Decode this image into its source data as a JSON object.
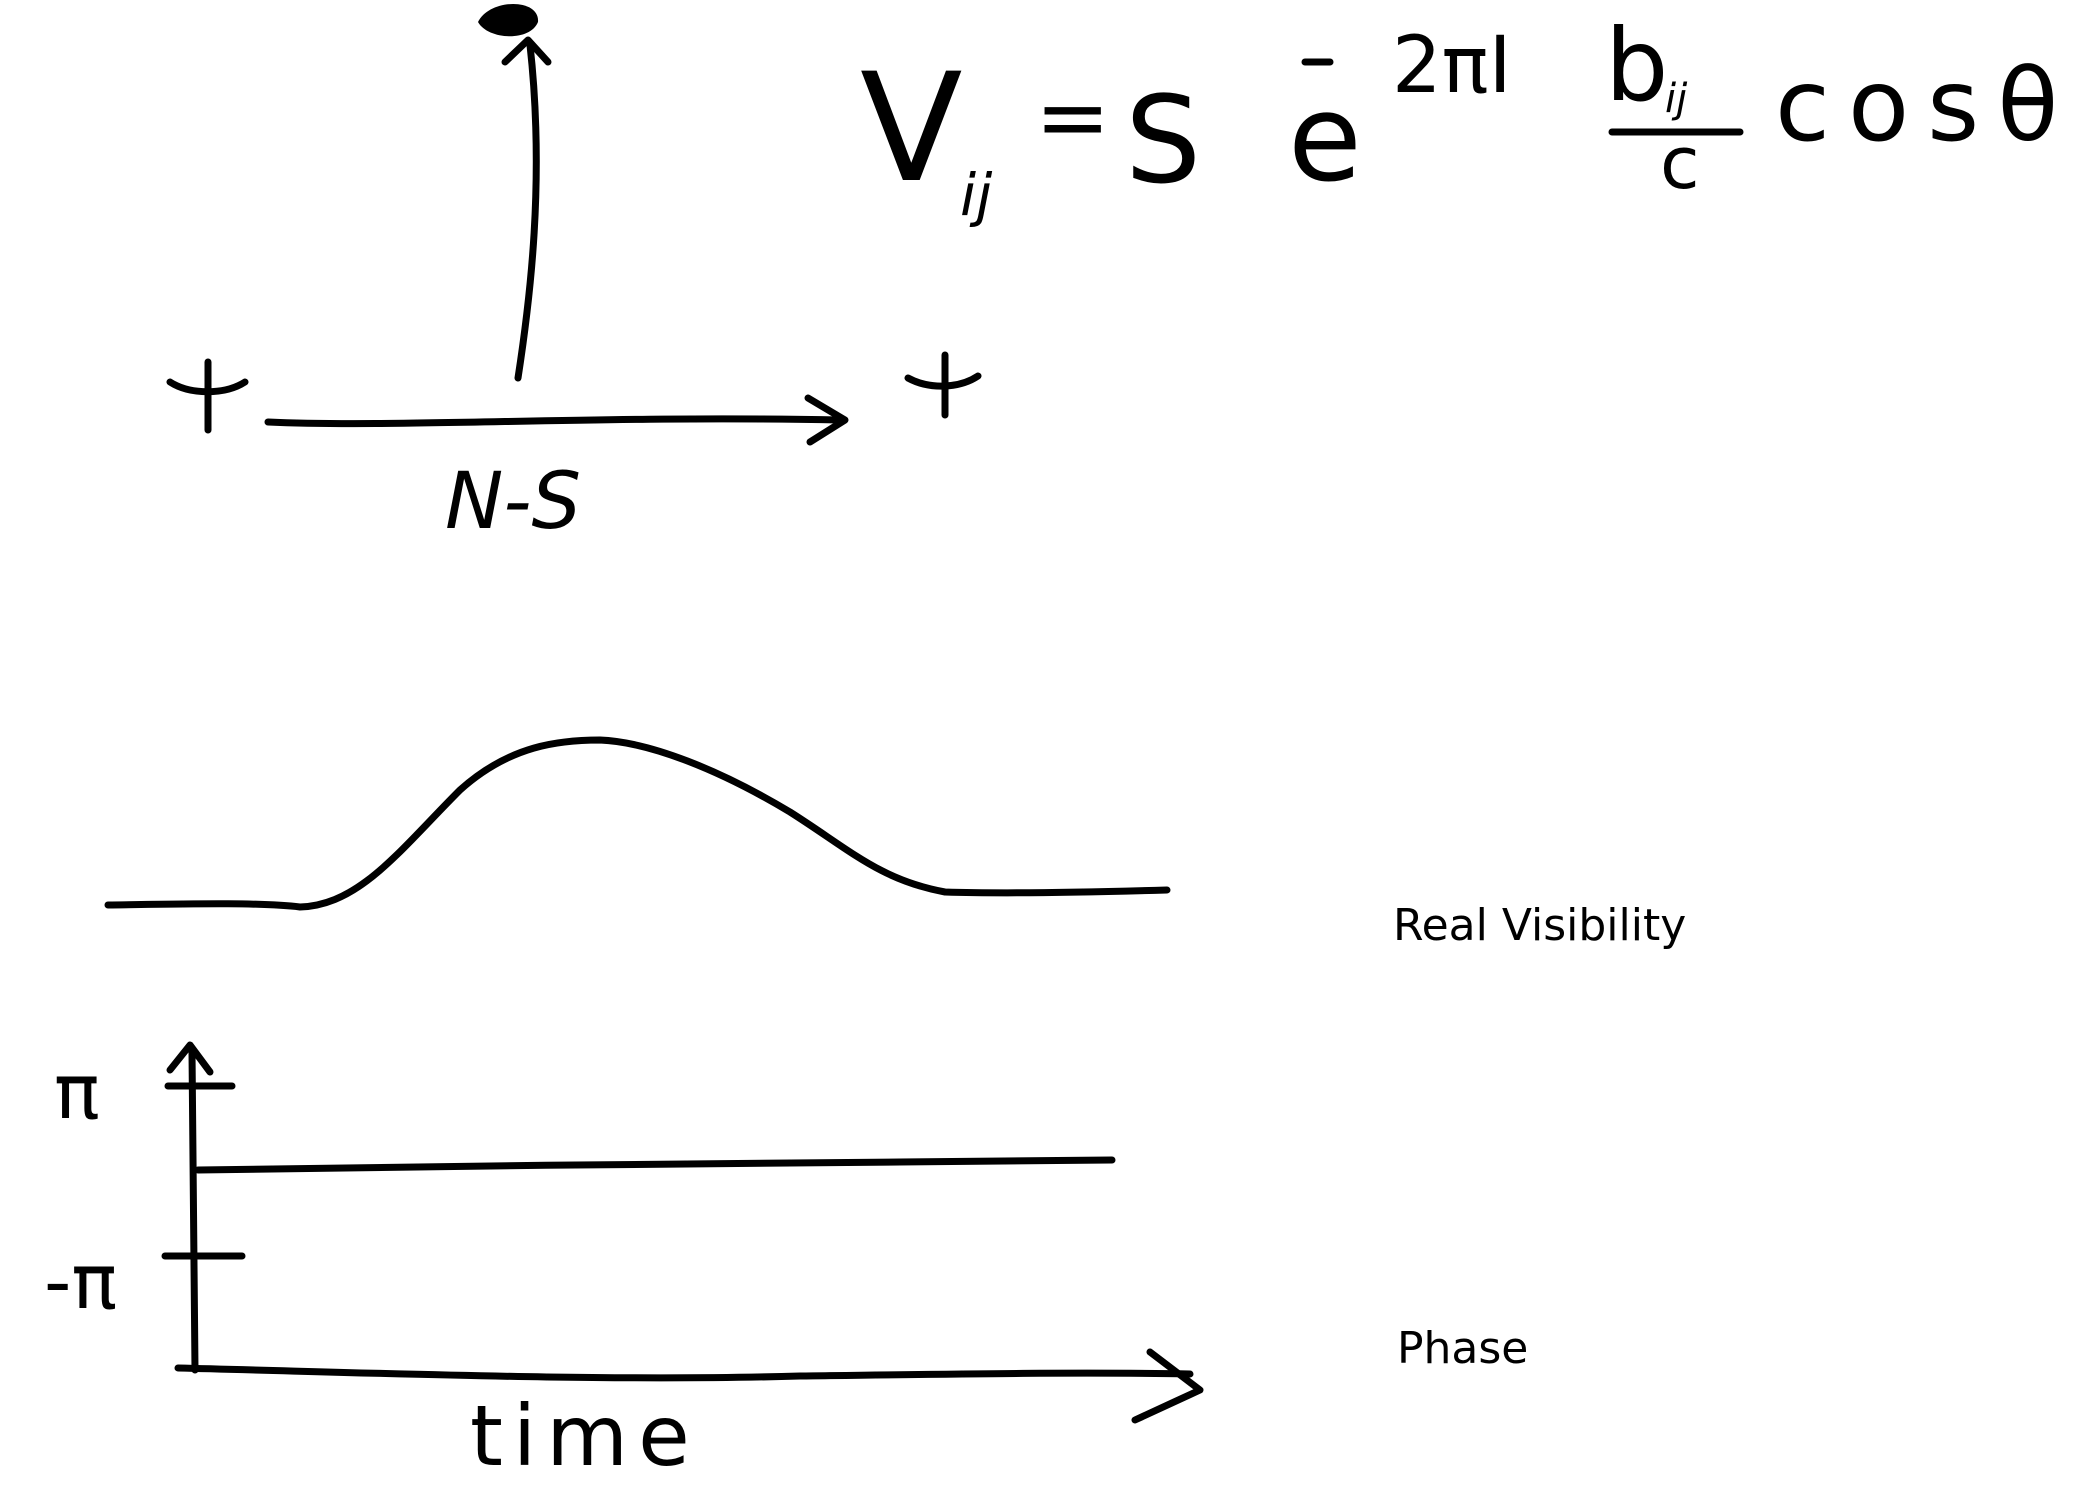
{
  "formula": {
    "lhs": "V",
    "lhs_subscript": "ij",
    "equals": "=",
    "s": "S",
    "e": "e",
    "exponent": "2πI",
    "fraction_numerator": "b",
    "fraction_numerator_subscript": "ij",
    "fraction_denominator": "c",
    "trail": "cosθ"
  },
  "baseline_label": "N-S",
  "axis_labels": {
    "pi": "π",
    "neg_pi": "-π",
    "time": "time"
  },
  "captions": {
    "real_visibility": "Real Visibility",
    "phase": "Phase"
  }
}
